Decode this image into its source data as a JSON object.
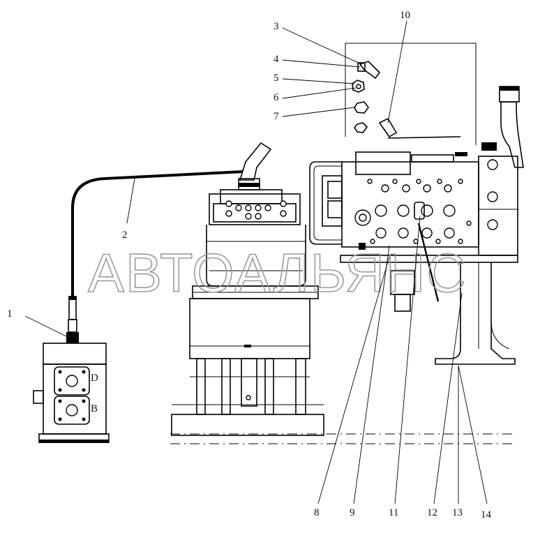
{
  "watermark": "АВТОАЛЬЯНС",
  "callouts": {
    "c1": "1",
    "c2": "2",
    "c3": "3",
    "c4": "4",
    "c5": "5",
    "c6": "6",
    "c7": "7",
    "c8": "8",
    "c9": "9",
    "c10": "10",
    "c11": "11",
    "c12": "12",
    "c13": "13",
    "c14": "14"
  },
  "port_labels": {
    "upper": "D",
    "lower": "B"
  }
}
